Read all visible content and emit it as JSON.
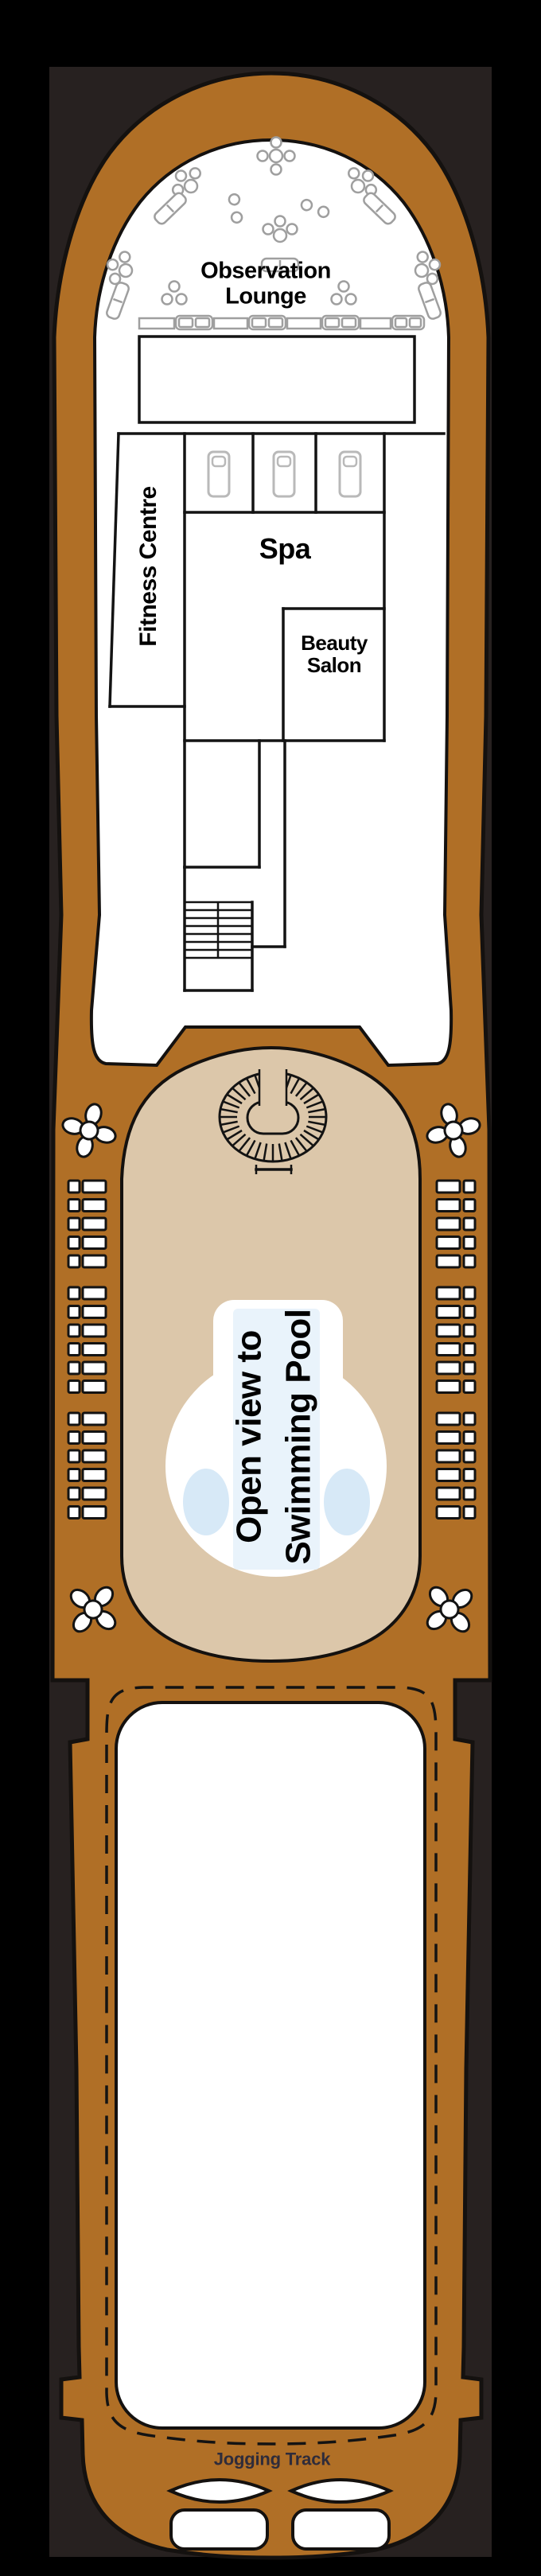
{
  "title": "Ship deck plan",
  "colors": {
    "background": "#000000",
    "panel": "#272120",
    "hull": "#b06f26",
    "outline": "#14110f",
    "deck_tan": "#dcc7aa",
    "room_white": "#ffffff",
    "furniture_gray": "#9f9f9f",
    "wall": "#131313",
    "pool_blue": "#e9f3fb",
    "pool_blue_accent": "#d7e9f7",
    "jogging_text": "#2f2c3a",
    "label_text": "#000000"
  },
  "rooms": {
    "observation_lounge": {
      "line1": "Observation",
      "line2": "Lounge"
    },
    "fitness_centre": {
      "label": "Fitness Centre"
    },
    "spa": {
      "label": "Spa"
    },
    "beauty_salon": {
      "line1": "Beauty",
      "line2": "Salon"
    },
    "open_view": {
      "line1": "Open view to",
      "line2": "Swimming Pool"
    },
    "jogging_track": {
      "label": "Jogging Track"
    }
  },
  "icons": {
    "spiral_staircase": "spiral-staircase-icon",
    "stairs": "stairs-icon",
    "massage_bed": "massage-bed-icon",
    "sun_lounger": "sun-lounger-icon",
    "table_with_chairs": "table-with-chairs-icon",
    "sofa": "sofa-icon",
    "bar_bench": "bench-icon",
    "whirlpool": "whirlpool-icon",
    "deck_platform": "platform-icon"
  }
}
